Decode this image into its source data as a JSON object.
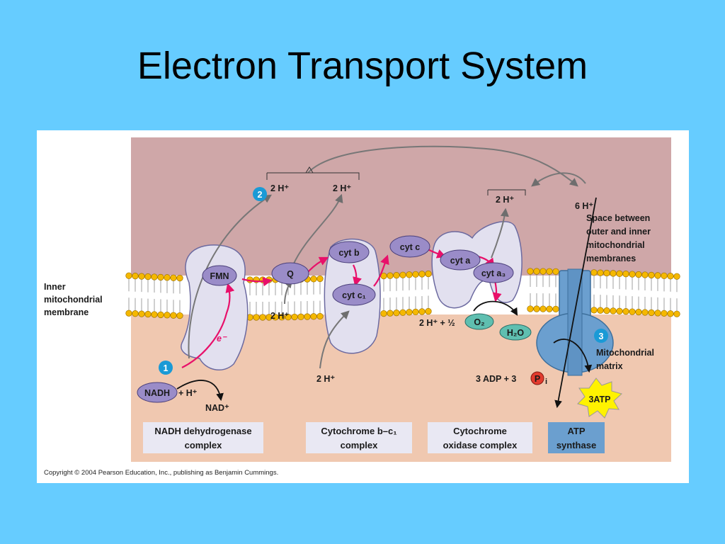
{
  "title": "Electron Transport System",
  "labels": {
    "membrane": [
      "Inner",
      "mitochondrial",
      "membrane"
    ],
    "space": [
      "Space between",
      "outer and inner",
      "mitochondrial",
      "membranes"
    ],
    "matrix": [
      "Mitochondrial",
      "matrix"
    ],
    "h2_left": "2 H⁺",
    "h2_mid": "2 H⁺",
    "h2_right": "2 H⁺",
    "h6": "6 H⁺",
    "h2_q": "2 H⁺",
    "h2_cytb": "2 H⁺",
    "oxy_h": "2 H⁺ + ½",
    "adp": "3 ADP + 3",
    "p_symbol": "P",
    "p_sub": "i",
    "atp": "3ATP",
    "nadh_h": "+ H⁺",
    "nad": "NAD⁺",
    "electron": "e⁻"
  },
  "molecules": {
    "nadh": "NADH",
    "fmn": "FMN",
    "q": "Q",
    "cyt_b": "cyt b",
    "cyt_c1": "cyt c₁",
    "cyt_c": "cyt c",
    "cyt_a": "cyt a",
    "cyt_a3": "cyt a₃",
    "o2": "O₂",
    "h2o": "H₂O"
  },
  "steps": [
    "1",
    "2",
    "3"
  ],
  "complexes": [
    {
      "line1": "NADH dehydrogenase",
      "line2": "complex"
    },
    {
      "line1": "Cytochrome b–c₁",
      "line2": "complex"
    },
    {
      "line1": "Cytochrome",
      "line2": "oxidase complex"
    },
    {
      "line1": "ATP",
      "line2": "synthase"
    }
  ],
  "copyright": "Copyright © 2004 Pearson Education, Inc., publishing as Benjamin Cummings.",
  "colors": {
    "background": "#66ccff",
    "intermembrane": "#cfa7a8",
    "matrix": "#f0c8b0",
    "protein": "#e2e0ef",
    "molecule": "#9a8cc8",
    "atp_synthase": "#6b9fcf",
    "electron_arrow": "#e8106a",
    "proton_arrow": "#7a7a7a",
    "lipid_head": "#f5b800"
  }
}
